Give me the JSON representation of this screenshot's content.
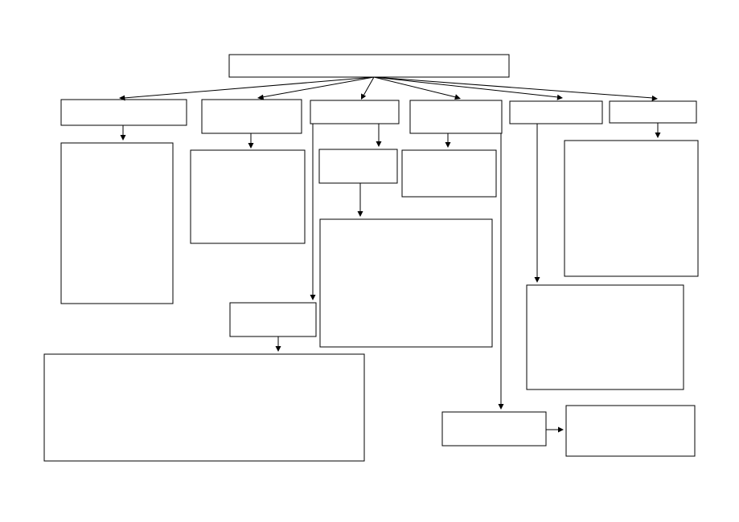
{
  "diagram": {
    "stroke_color": "#000000",
    "fill_color": "#ffffff",
    "boxes": [
      {
        "id": "root",
        "text": ""
      },
      {
        "id": "level1-box-1",
        "text": ""
      },
      {
        "id": "level1-box-2",
        "text": ""
      },
      {
        "id": "level1-box-3",
        "text": ""
      },
      {
        "id": "level1-box-4",
        "text": ""
      },
      {
        "id": "level1-box-5",
        "text": ""
      },
      {
        "id": "level1-box-6",
        "text": ""
      },
      {
        "id": "child-box-1",
        "text": ""
      },
      {
        "id": "child-box-2",
        "text": ""
      },
      {
        "id": "child-box-3a",
        "text": ""
      },
      {
        "id": "child-box-3b",
        "text": ""
      },
      {
        "id": "child-box-3c",
        "text": ""
      },
      {
        "id": "child-box-3d",
        "text": ""
      },
      {
        "id": "child-box-4",
        "text": ""
      },
      {
        "id": "child-box-4b",
        "text": ""
      },
      {
        "id": "child-box-4c",
        "text": ""
      },
      {
        "id": "child-box-5",
        "text": ""
      },
      {
        "id": "child-box-6",
        "text": ""
      }
    ]
  }
}
